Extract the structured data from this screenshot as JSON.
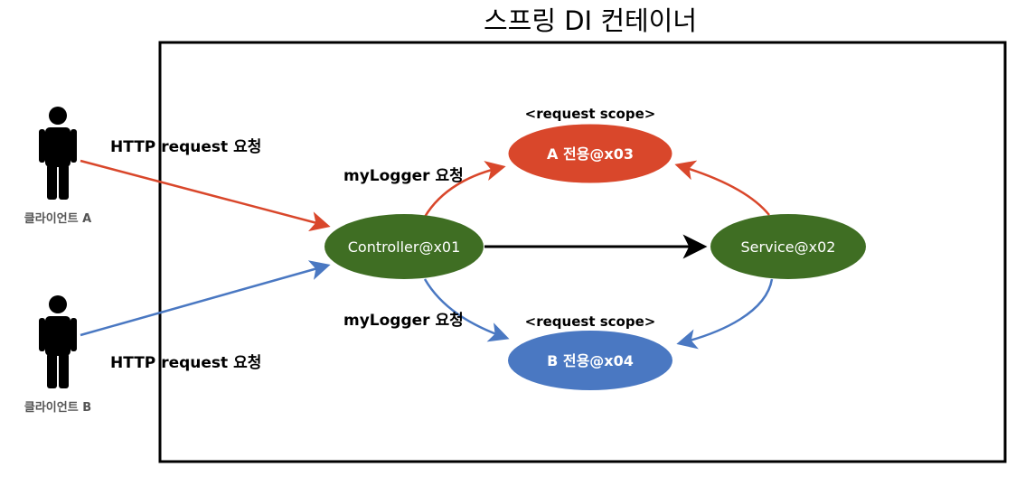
{
  "title": "스프링 DI 컨테이너",
  "clients": {
    "a": {
      "label": "클라이언트 A",
      "request_label": "HTTP request 요청",
      "color": "#d9472b"
    },
    "b": {
      "label": "클라이언트 B",
      "request_label": "HTTP request 요청",
      "color": "#4a78c2"
    }
  },
  "nodes": {
    "controller": {
      "label": "Controller@x01",
      "color": "#3f6e23"
    },
    "service": {
      "label": "Service@x02",
      "color": "#3f6e23"
    },
    "bean_a": {
      "label": "A 전용@x03",
      "scope": "<request scope>",
      "color": "#d9472b"
    },
    "bean_b": {
      "label": "B 전용@x04",
      "scope": "<request scope>",
      "color": "#4a78c2"
    }
  },
  "edges": {
    "mylogger_a": "myLogger 요청",
    "mylogger_b": "myLogger 요청"
  }
}
